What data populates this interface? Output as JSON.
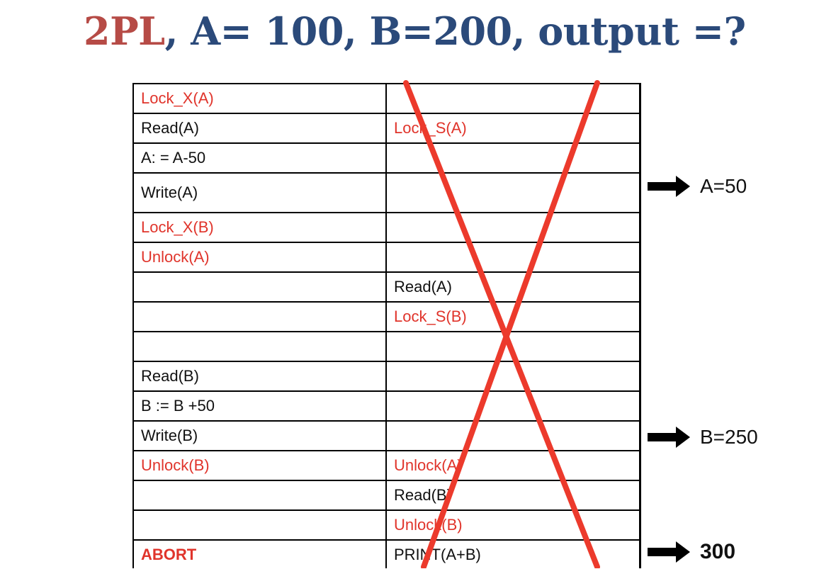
{
  "title": {
    "highlight": "2PL",
    "rest": ", A= 100, B=200, output =?"
  },
  "rows": [
    {
      "left": "Lock_X(A)",
      "left_style": "red",
      "right": "",
      "right_style": "black"
    },
    {
      "left": "Read(A)",
      "left_style": "black",
      "right": "Lock_S(A)",
      "right_style": "red"
    },
    {
      "left": "A: = A-50",
      "left_style": "black",
      "right": "",
      "right_style": "black"
    },
    {
      "left": "Write(A)",
      "left_style": "black",
      "right": "",
      "right_style": "black"
    },
    {
      "left": "Lock_X(B)",
      "left_style": "red",
      "right": "",
      "right_style": "black"
    },
    {
      "left": "Unlock(A)",
      "left_style": "red",
      "right": "",
      "right_style": "black"
    },
    {
      "left": "",
      "left_style": "black",
      "right": "Read(A)",
      "right_style": "black"
    },
    {
      "left": "",
      "left_style": "black",
      "right": "Lock_S(B)",
      "right_style": "red"
    },
    {
      "left": "",
      "left_style": "black",
      "right": "",
      "right_style": "black"
    },
    {
      "left": "Read(B)",
      "left_style": "black",
      "right": "",
      "right_style": "black"
    },
    {
      "left": "B := B +50",
      "left_style": "black",
      "right": "",
      "right_style": "black"
    },
    {
      "left": "Write(B)",
      "left_style": "black",
      "right": "",
      "right_style": "black"
    },
    {
      "left": "Unlock(B)",
      "left_style": "red",
      "right": "Unlock(A)",
      "right_style": "red"
    },
    {
      "left": "",
      "left_style": "black",
      "right": "Read(B)",
      "right_style": "black"
    },
    {
      "left": "",
      "left_style": "black",
      "right": "Unlock(B)",
      "right_style": "red"
    },
    {
      "left": "ABORT",
      "left_style": "red bold",
      "right": "PRINT(A+B)",
      "right_style": "black"
    }
  ],
  "annotations": [
    {
      "text": "A=50",
      "bold": false
    },
    {
      "text": "B=250",
      "bold": false
    },
    {
      "text": "300",
      "bold": true
    }
  ],
  "colors": {
    "title_highlight": "#b64b46",
    "title": "#2b4a7a",
    "lock_ops": "#e0342b",
    "cross_out": "#ec3a2c"
  }
}
